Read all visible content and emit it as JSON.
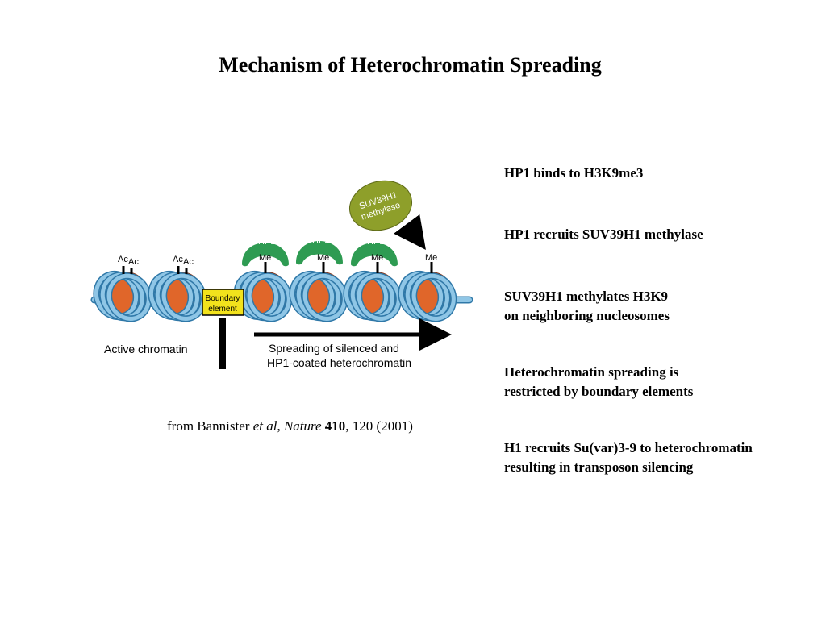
{
  "slide": {
    "title": "Mechanism of Heterochromatin Spreading"
  },
  "diagram": {
    "acetyl_mark": "Ac",
    "methyl_mark": "Me",
    "hp1_label": "HP1",
    "methylase_line1": "SUV39H1",
    "methylase_line2": "methylase",
    "boundary_line1": "Boundary",
    "boundary_line2": "element",
    "active_label": "Active chromatin",
    "spreading_line1": "Spreading of silenced and",
    "spreading_line2": "HP1-coated heterochromatin",
    "colors": {
      "dna": "#8fc6e6",
      "dna_edge": "#2f78a8",
      "histone": "#e0662a",
      "histone_edge": "#8a3210",
      "hp1": "#2e9b52",
      "methylase": "#8e9f2a",
      "boundary_fill": "#f2e21c"
    }
  },
  "caption": {
    "prefix": "from Bannister ",
    "etal": "et al",
    "sep": ", ",
    "journal": "Nature",
    "volume": "410",
    "rest": ", 120 (2001)"
  },
  "points": [
    {
      "lines": [
        "HP1 binds to H3K9me3"
      ]
    },
    {
      "lines": [
        "HP1 recruits SUV39H1 methylase"
      ]
    },
    {
      "lines": [
        "SUV39H1 methylates H3K9",
        "on neighboring nucleosomes"
      ]
    },
    {
      "lines": [
        "Heterochromatin spreading is",
        "restricted by boundary elements"
      ]
    },
    {
      "lines": [
        "H1 recruits Su(var)3-9 to heterochromatin",
        "resulting in transposon silencing"
      ]
    }
  ]
}
